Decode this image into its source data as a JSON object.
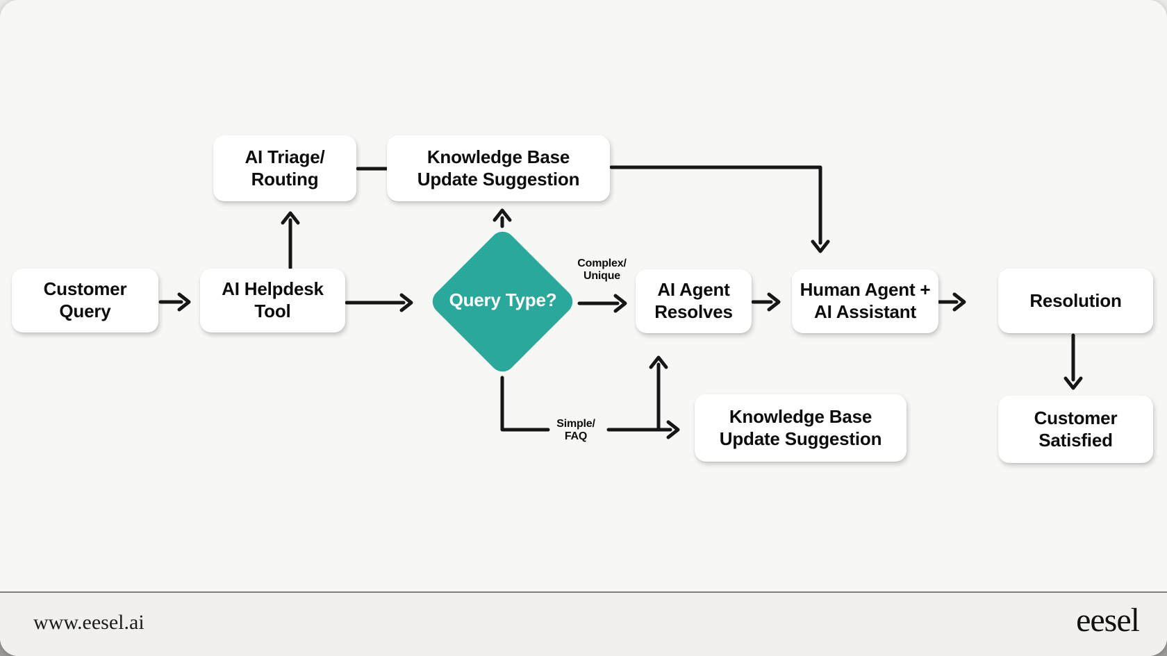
{
  "colors": {
    "page_background": "#f7f7f5",
    "footer_background": "#f2f0ed",
    "diamond_fill": "#2aa89b",
    "arrow_stroke": "#161616",
    "box_fill": "#ffffff",
    "box_text": "#0c0c0c",
    "divider": "#7d7d7d",
    "footer_text": "#1b1b1b"
  },
  "diagram": {
    "nodes": {
      "customer_query": {
        "label": "Customer\nQuery"
      },
      "ai_helpdesk_tool": {
        "label": "AI Helpdesk\nTool"
      },
      "ai_triage_routing": {
        "label": "AI Triage/\nRouting"
      },
      "kb_update_top": {
        "label": "Knowledge Base\nUpdate Suggestion"
      },
      "query_type": {
        "label": "Query Type?"
      },
      "ai_agent_resolves": {
        "label": "AI Agent\nResolves"
      },
      "human_agent_ai_assistant": {
        "label": "Human Agent +\nAI Assistant"
      },
      "resolution": {
        "label": "Resolution"
      },
      "customer_satisfied": {
        "label": "Customer\nSatisfied"
      },
      "kb_update_bottom": {
        "label": "Knowledge Base\nUpdate Suggestion"
      }
    },
    "edge_labels": {
      "complex_unique": "Complex/\nUnique",
      "simple_faq": "Simple/\nFAQ"
    }
  },
  "footer": {
    "website": "www.eesel.ai",
    "logo": "eesel"
  }
}
